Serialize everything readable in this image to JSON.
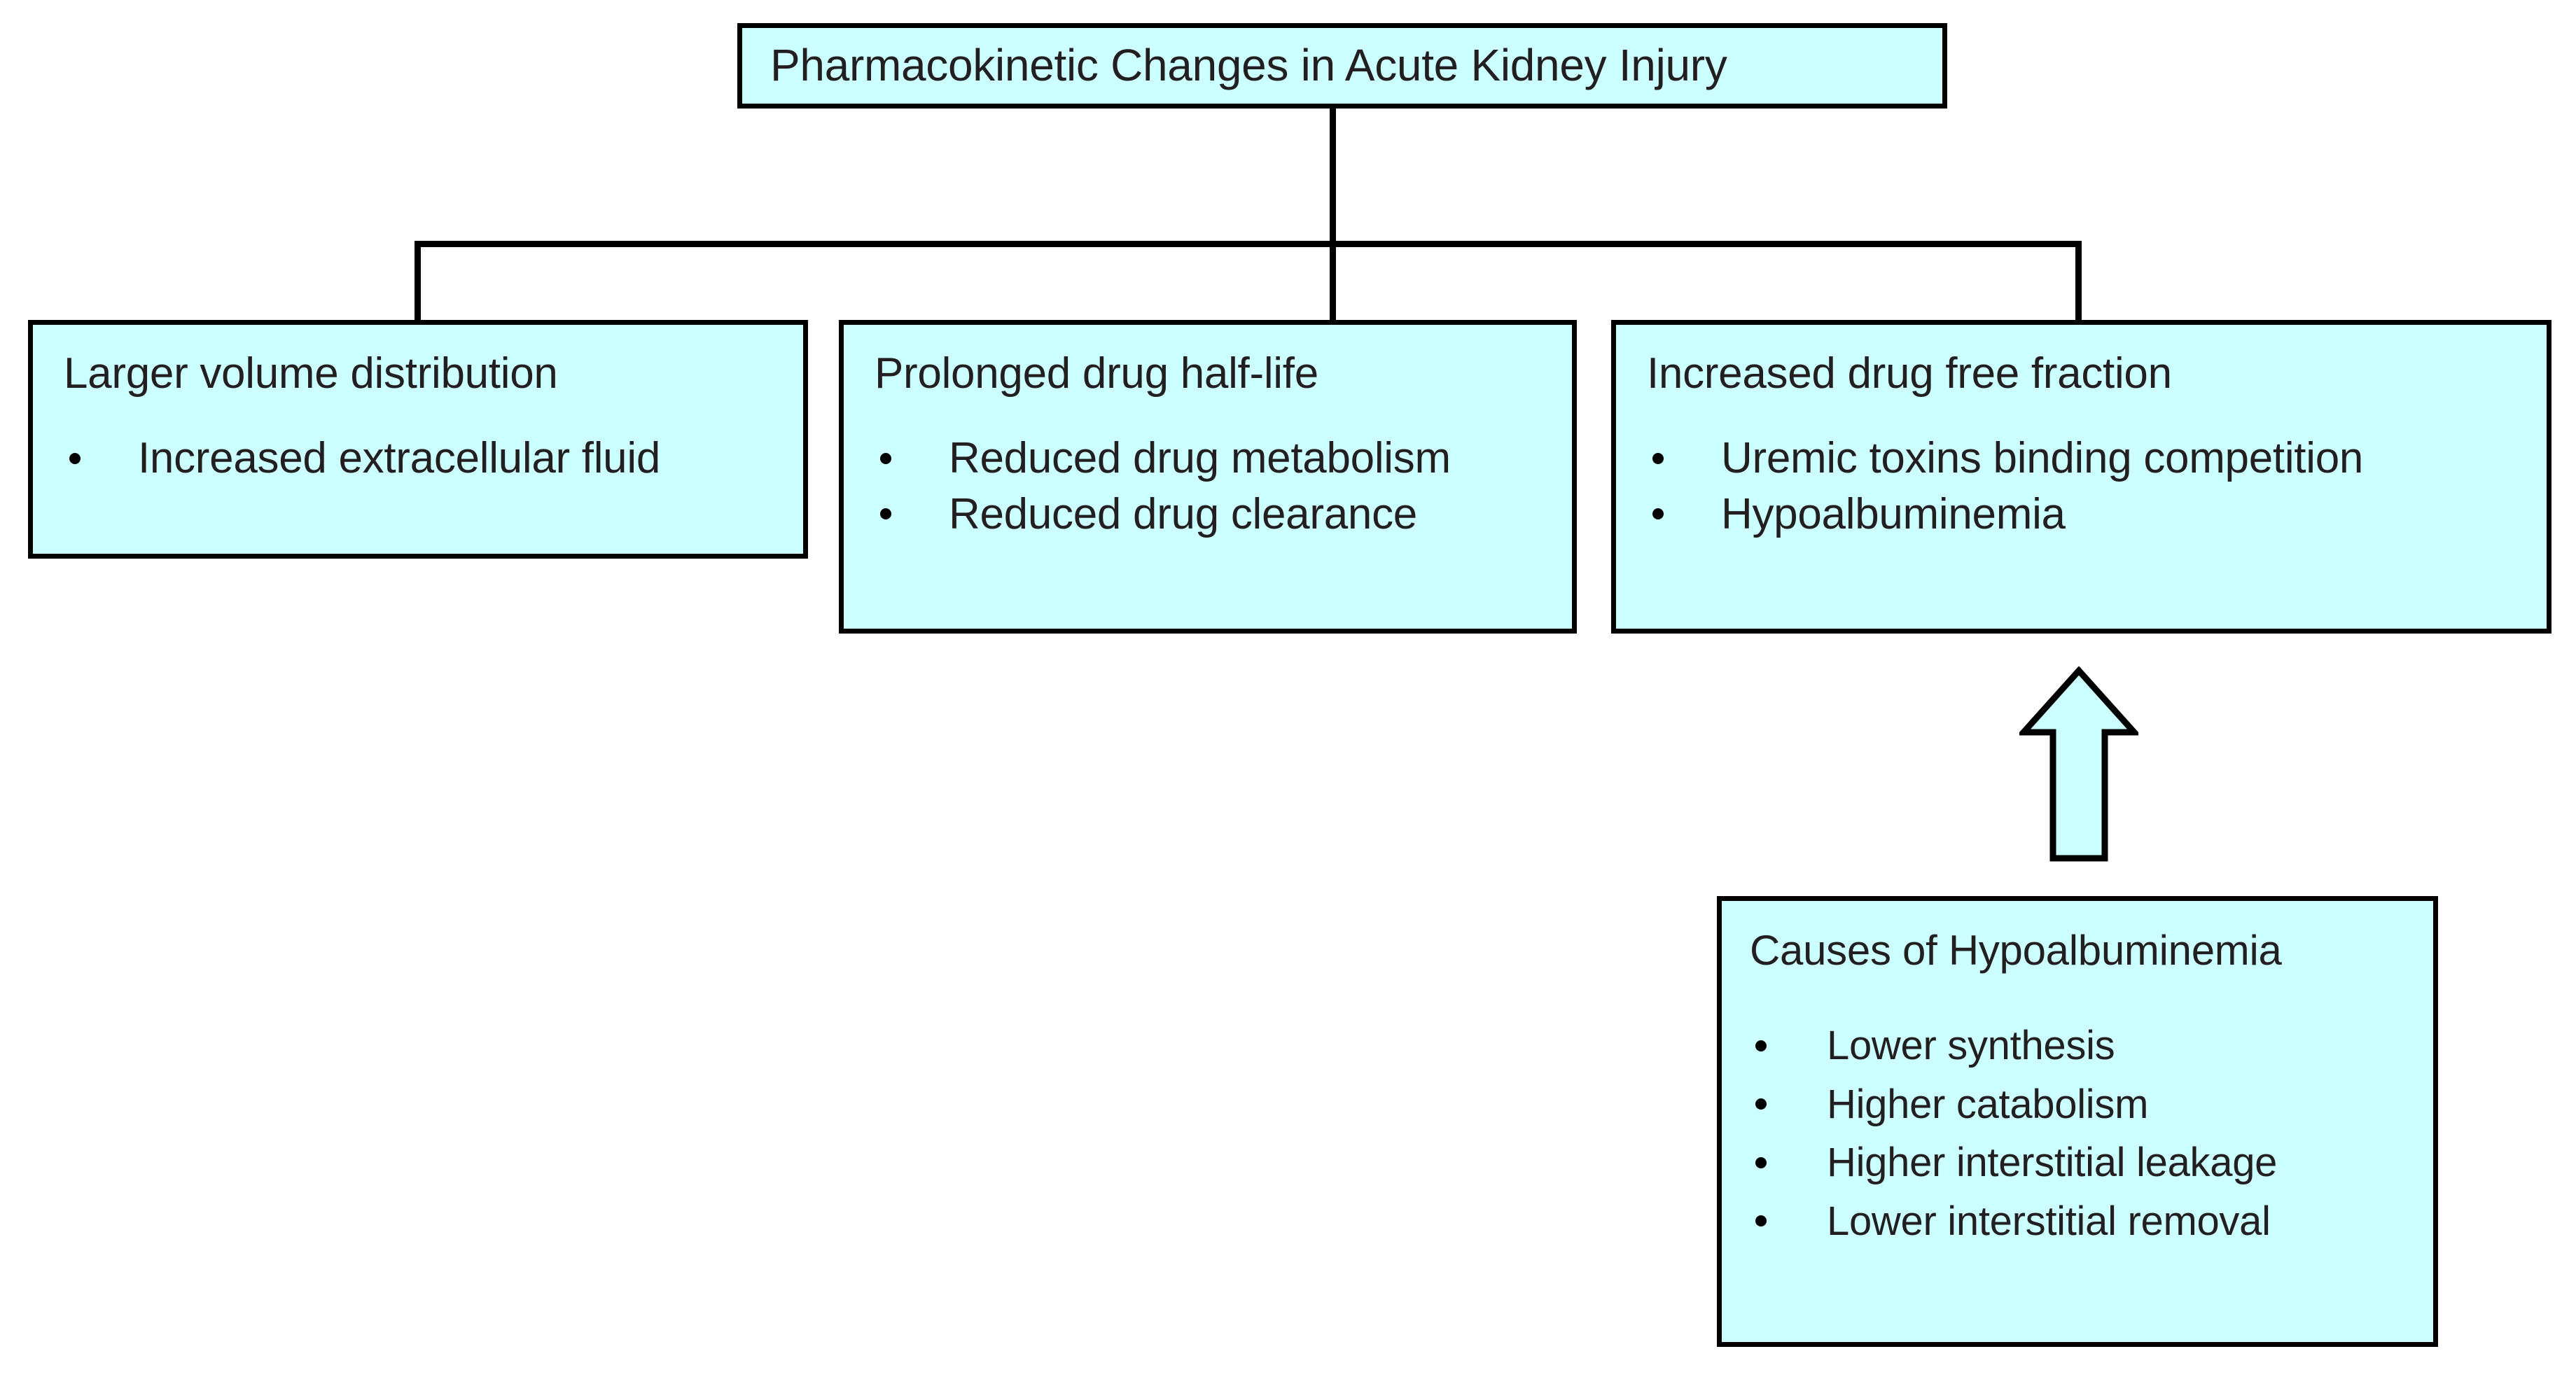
{
  "diagram": {
    "title": "Pharmacokinetic Changes in Acute Kidney Injury",
    "fill_color": "#CCFFFF",
    "border_color": "#000000",
    "text_color": "#231F20",
    "nodes": [
      {
        "id": "root",
        "title": "Pharmacokinetic Changes in Acute Kidney Injury",
        "bullets": []
      },
      {
        "id": "volume-distribution",
        "title": "Larger volume distribution",
        "bullets": [
          "Increased extracellular fluid"
        ]
      },
      {
        "id": "half-life",
        "title": "Prolonged drug half-life",
        "bullets": [
          "Reduced drug metabolism",
          "Reduced drug clearance"
        ]
      },
      {
        "id": "free-fraction",
        "title": "Increased drug free fraction",
        "bullets": [
          "Uremic toxins binding competition",
          "Hypoalbuminemia"
        ]
      },
      {
        "id": "hypoalbuminemia-causes",
        "title": "Causes of Hypoalbuminemia",
        "bullets": [
          "Lower synthesis",
          "Higher catabolism",
          "Higher interstitial leakage",
          "Lower interstitial removal"
        ]
      }
    ],
    "connectors": {
      "arrow_label": "up-arrow",
      "arrow_from": "hypoalbuminemia-causes",
      "arrow_to": "free-fraction"
    }
  }
}
